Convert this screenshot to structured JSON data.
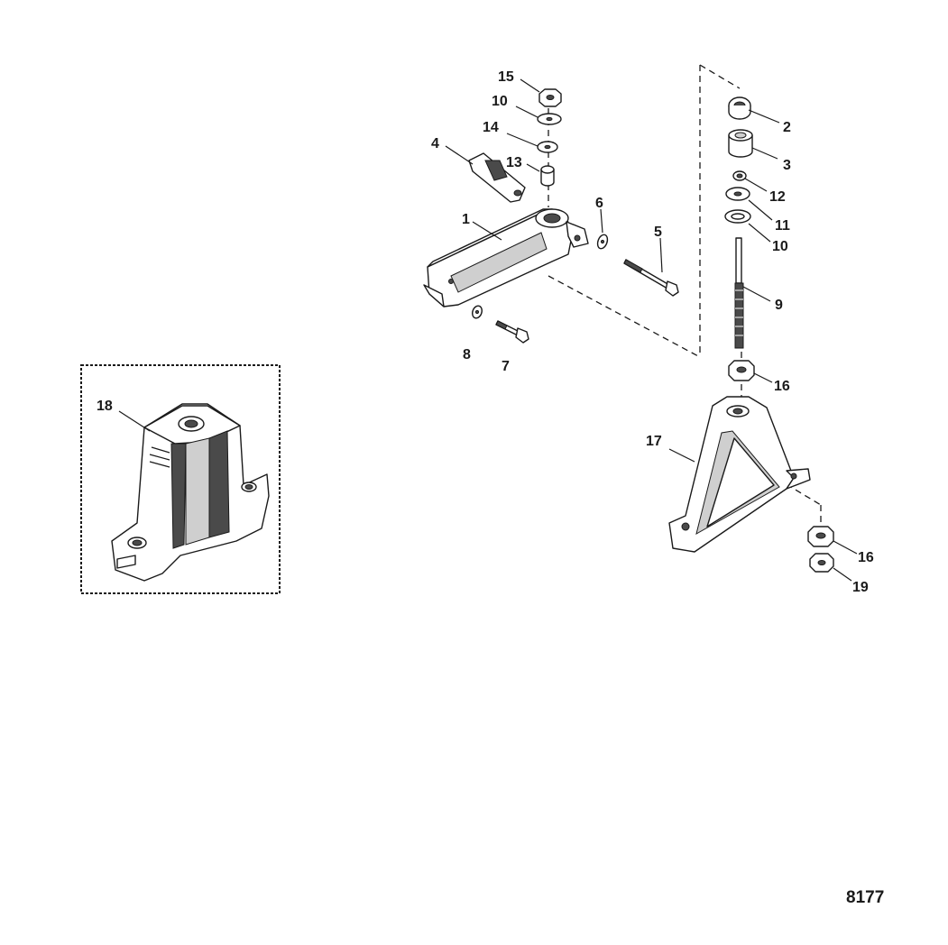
{
  "figure_number": "8177",
  "callouts": [
    "1",
    "2",
    "3",
    "4",
    "5",
    "6",
    "7",
    "8",
    "9",
    "10",
    "10",
    "11",
    "12",
    "13",
    "14",
    "15",
    "16",
    "16",
    "17",
    "18",
    "19"
  ]
}
